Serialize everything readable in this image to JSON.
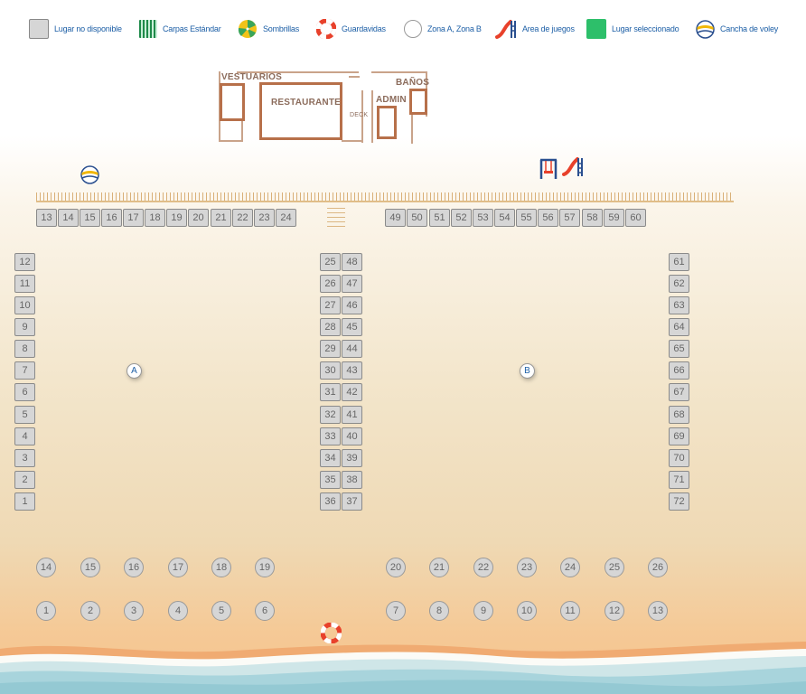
{
  "legend": {
    "not_available": "Lugar no disponible",
    "standard_tents": "Carpas Estándar",
    "umbrellas": "Sombrillas",
    "lifeguards": "Guardavidas",
    "zones": "Zona A, Zona B",
    "play_area": "Area de juegos",
    "selected": "Lugar seleccionado",
    "volley_court": "Cancha de voley"
  },
  "buildings": {
    "vestuarios": "VESTUARIOS",
    "restaurante": "RESTAURANTE",
    "deck": "DECK",
    "admin": "ADMIN",
    "banos": "BAÑOS"
  },
  "zones": {
    "a": "A",
    "b": "B"
  },
  "top_row_left": [
    "13",
    "14",
    "15",
    "16",
    "17",
    "18",
    "19",
    "20",
    "21",
    "22",
    "23",
    "24"
  ],
  "top_row_right": [
    "49",
    "50",
    "51",
    "52",
    "53",
    "54",
    "55",
    "56",
    "57",
    "58",
    "59",
    "60"
  ],
  "left_column": [
    "12",
    "11",
    "10",
    "9",
    "8",
    "7",
    "6",
    "5",
    "4",
    "3",
    "2",
    "1"
  ],
  "center_left_column": [
    "25",
    "26",
    "27",
    "28",
    "29",
    "30",
    "31",
    "32",
    "33",
    "34",
    "35",
    "36"
  ],
  "center_right_column": [
    "48",
    "47",
    "46",
    "45",
    "44",
    "43",
    "42",
    "41",
    "40",
    "39",
    "38",
    "37"
  ],
  "right_column": [
    "61",
    "62",
    "63",
    "64",
    "65",
    "66",
    "67",
    "68",
    "69",
    "70",
    "71",
    "72"
  ],
  "umbrellas_row1_left": [
    "14",
    "15",
    "16",
    "17",
    "18",
    "19"
  ],
  "umbrellas_row1_right": [
    "20",
    "21",
    "22",
    "23",
    "24",
    "25",
    "26"
  ],
  "umbrellas_row2_left": [
    "1",
    "2",
    "3",
    "4",
    "5",
    "6"
  ],
  "umbrellas_row2_right": [
    "7",
    "8",
    "9",
    "10",
    "11",
    "12",
    "13"
  ],
  "icons": {
    "volley": "volleyball-icon",
    "lifeguard": "lifebuoy-icon",
    "swing": "swing-icon",
    "slide": "slide-icon",
    "umbrella": "umbrella-icon"
  },
  "colors": {
    "legend_text": "#1d5fa6",
    "unavailable": "#d6d6d6",
    "selected": "#2dbf6a",
    "building": "#b7704a",
    "sea": "#a8d4dc"
  }
}
